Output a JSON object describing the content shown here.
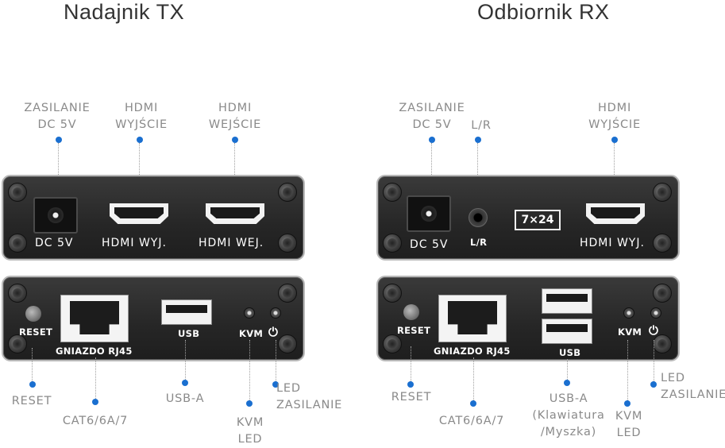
{
  "titles": {
    "tx": "Nadajnik TX",
    "rx": "Odbiornik RX"
  },
  "tx": {
    "callouts_top": {
      "power": [
        "ZASILANIE",
        "DC 5V"
      ],
      "hdmi_out": [
        "HDMI",
        "WYJŚCIE"
      ],
      "hdmi_in": [
        "HDMI",
        "WEJŚCIE"
      ]
    },
    "panel_front": {
      "dc": "DC 5V",
      "hdmi_out": "HDMI WYJ.",
      "hdmi_in": "HDMI WEJ."
    },
    "panel_back": {
      "reset": "RESET",
      "rj45": "GNIAZDO RJ45",
      "usb": "USB",
      "kvm": "KVM",
      "power_symbol": "⏻"
    },
    "callouts_bottom": {
      "reset": "RESET",
      "cat": "CAT6/6A/7",
      "usb": "USB-A",
      "kvm": [
        "KVM",
        "LED"
      ],
      "led": [
        "LED",
        "ZASILANIE"
      ]
    }
  },
  "rx": {
    "callouts_top": {
      "power": [
        "ZASILANIE",
        "DC 5V"
      ],
      "lr": "L/R",
      "hdmi_out": [
        "HDMI",
        "WYJŚCIE"
      ]
    },
    "panel_front": {
      "dc": "DC 5V",
      "lr": "L/R",
      "box": "7×24",
      "hdmi_out": "HDMI WYJ."
    },
    "panel_back": {
      "reset": "RESET",
      "rj45": "GNIAZDO RJ45",
      "usb": "USB",
      "kvm": "KVM",
      "power_symbol": "⏻"
    },
    "callouts_bottom": {
      "reset": "RESET",
      "cat": "CAT6/6A/7",
      "usb": [
        "USB-A",
        "(Klawiatura",
        "/Myszka)"
      ],
      "kvm": [
        "KVM",
        "LED"
      ],
      "led": [
        "LED",
        "ZASILANIE"
      ]
    }
  },
  "colors": {
    "dot": "#1a6fd0",
    "label": "#8a8a8a",
    "panel": "#2a2a2a"
  }
}
